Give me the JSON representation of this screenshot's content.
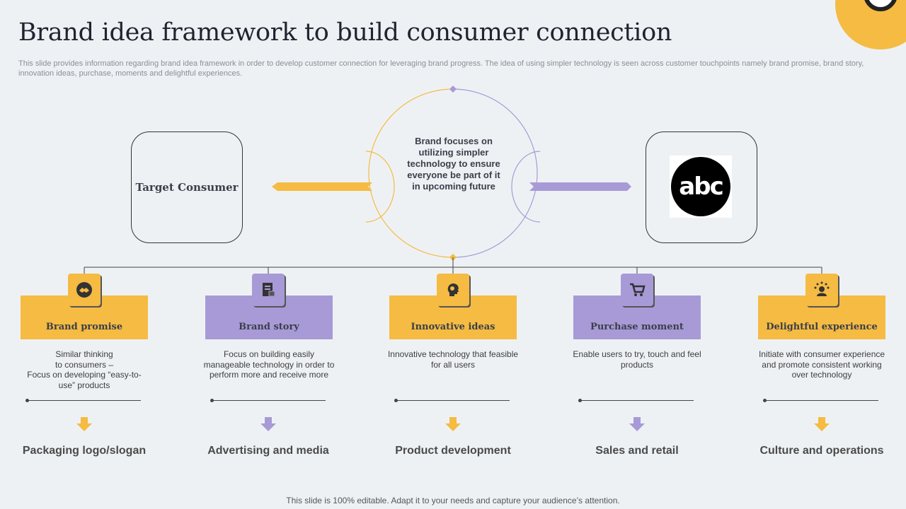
{
  "title": "Brand idea framework to build consumer connection",
  "subtitle": "This slide provides information regarding brand idea framework in order to develop customer connection for leveraging brand progress. The idea of using simpler technology is seen across customer touchpoints namely brand promise, brand story, innovation ideas, purchase, moments and delightful experiences.",
  "target_consumer": "Target Consumer",
  "center_text": "Brand focuses on utilizing simpler technology to ensure everyone be part of it in upcoming future",
  "logo_text": "abc",
  "colors": {
    "yellow": "#f5bb42",
    "purple": "#a89ad6",
    "background": "#eef1f4"
  },
  "pillars": [
    {
      "title": "Brand promise",
      "icon": "handshake-icon",
      "color": "yellow",
      "desc_lines": [
        "Similar thinking",
        "to consumers –",
        "Focus on developing “easy-to-",
        "use” products"
      ],
      "outcome": "Packaging logo/slogan"
    },
    {
      "title": "Brand story",
      "icon": "document-icon",
      "color": "purple",
      "desc": "Focus on building easily manageable technology in order to perform more and receive more",
      "outcome": "Advertising and media"
    },
    {
      "title": "Innovative ideas",
      "icon": "head-idea-icon",
      "color": "yellow",
      "desc": "Innovative technology that feasible for all users",
      "outcome": "Product development"
    },
    {
      "title": "Purchase moment",
      "icon": "shopping-cart-icon",
      "color": "purple",
      "desc": "Enable users to try, touch and feel products",
      "outcome": "Sales and retail"
    },
    {
      "title": "Delightful experience",
      "icon": "user-stars-icon",
      "color": "yellow",
      "desc": "Initiate with consumer experience and promote consistent working over technology",
      "outcome": "Culture and operations"
    }
  ],
  "footer": "This slide is 100% editable. Adapt it to your needs and capture your audience’s attention."
}
